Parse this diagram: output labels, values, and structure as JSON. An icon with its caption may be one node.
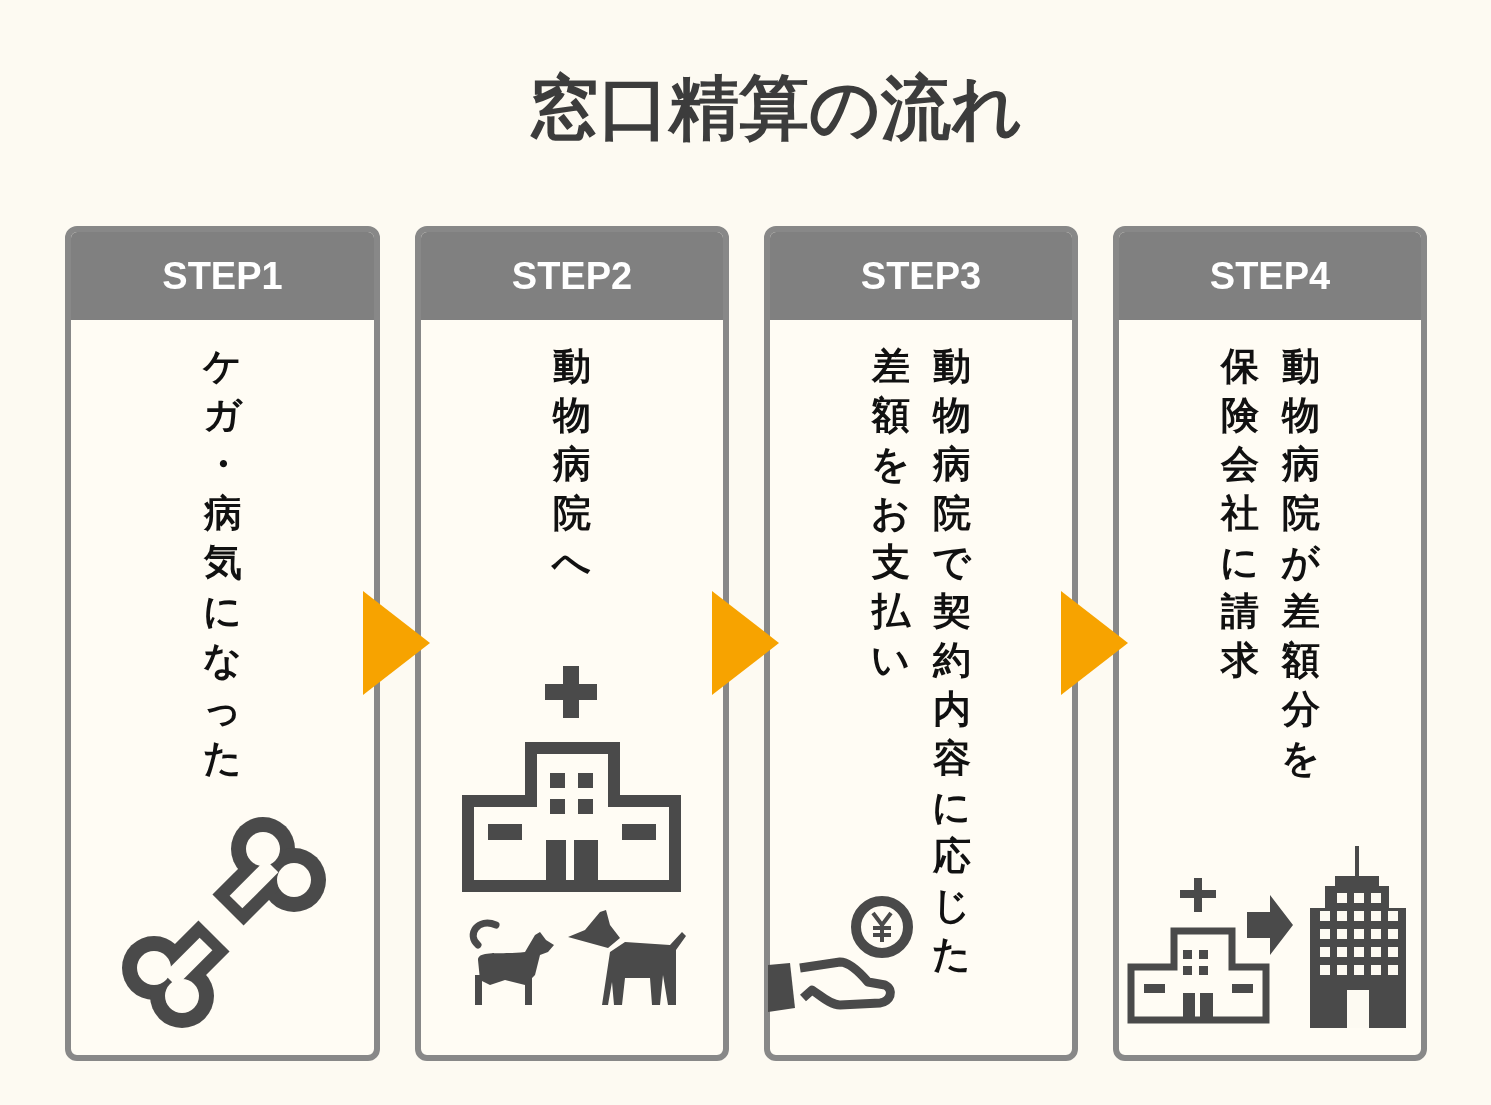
{
  "diagram": {
    "title": "窓口精算の流れ",
    "nodes": [
      {
        "text": [
          "STEP1",
          "ケガ・病気になった"
        ]
      },
      {
        "text": [
          "STEP2",
          "動物病院へ"
        ]
      },
      {
        "text": [
          "STEP3",
          "動物病院で契約内容に応じた差額をお支払い"
        ]
      },
      {
        "text": [
          "STEP4",
          "動物病院が差額分を保険会社に請求"
        ]
      }
    ],
    "edges": [
      {
        "from": 0,
        "to": 1,
        "arrow": "to"
      },
      {
        "from": 1,
        "to": 2,
        "arrow": "to"
      },
      {
        "from": 2,
        "to": 3,
        "arrow": "to"
      }
    ]
  }
}
